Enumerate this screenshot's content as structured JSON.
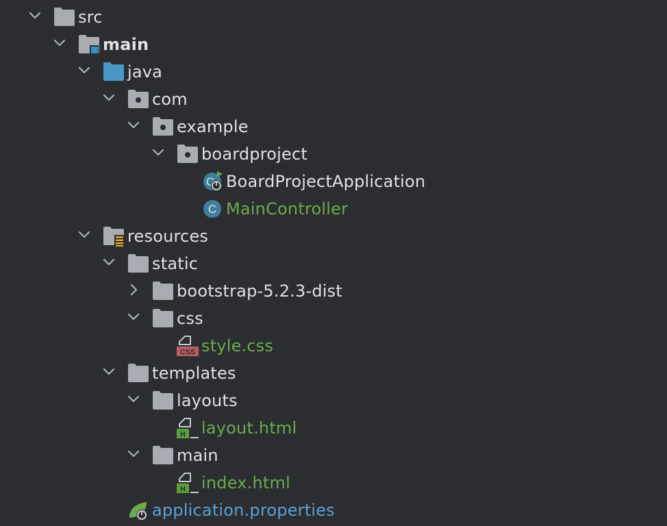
{
  "colors": {
    "text": "#dfe1e5",
    "green": "#6aab4e",
    "blue": "#5aa0d8",
    "folder_gray": "#a8adb4",
    "source_blue": "#4a96c5",
    "class_teal": "#3f7f9e",
    "css_red": "#c05c66",
    "html_green": "#5d9e3a",
    "spring_green": "#6aab4e",
    "resources_orange": "#f2a530"
  },
  "tree": [
    {
      "label": "src",
      "depth": 0,
      "expanded": true,
      "icon": "folder",
      "color": "text",
      "name": "src"
    },
    {
      "label": "main",
      "depth": 1,
      "expanded": true,
      "icon": "module-folder",
      "color": "text",
      "bold": true,
      "name": "main"
    },
    {
      "label": "java",
      "depth": 2,
      "expanded": true,
      "icon": "source-folder",
      "color": "text",
      "name": "java"
    },
    {
      "label": "com",
      "depth": 3,
      "expanded": true,
      "icon": "package",
      "color": "text",
      "name": "com"
    },
    {
      "label": "example",
      "depth": 4,
      "expanded": true,
      "icon": "package",
      "color": "text",
      "name": "example"
    },
    {
      "label": "boardproject",
      "depth": 5,
      "expanded": true,
      "icon": "package",
      "color": "text",
      "name": "boardproject"
    },
    {
      "label": "BoardProjectApplication",
      "depth": 6,
      "icon": "spring-boot-class",
      "color": "text",
      "name": "board-project-application"
    },
    {
      "label": "MainController",
      "depth": 6,
      "icon": "class",
      "color": "green",
      "name": "main-controller"
    },
    {
      "label": "resources",
      "depth": 2,
      "expanded": true,
      "icon": "resources-folder",
      "color": "text",
      "name": "resources"
    },
    {
      "label": "static",
      "depth": 3,
      "expanded": true,
      "icon": "folder",
      "color": "text",
      "name": "static"
    },
    {
      "label": "bootstrap-5.2.3-dist",
      "depth": 4,
      "expanded": false,
      "icon": "folder",
      "color": "text",
      "name": "bootstrap-dist"
    },
    {
      "label": "css",
      "depth": 4,
      "expanded": true,
      "icon": "folder",
      "color": "text",
      "name": "css"
    },
    {
      "label": "style.css",
      "depth": 5,
      "icon": "css-file",
      "color": "green",
      "name": "style-css"
    },
    {
      "label": "templates",
      "depth": 3,
      "expanded": true,
      "icon": "folder",
      "color": "text",
      "name": "templates"
    },
    {
      "label": "layouts",
      "depth": 4,
      "expanded": true,
      "icon": "folder",
      "color": "text",
      "name": "layouts"
    },
    {
      "label": "layout.html",
      "depth": 5,
      "icon": "html-file",
      "color": "green",
      "name": "layout-html"
    },
    {
      "label": "main",
      "depth": 4,
      "expanded": true,
      "icon": "folder",
      "color": "text",
      "name": "main-templates"
    },
    {
      "label": "index.html",
      "depth": 5,
      "icon": "html-file",
      "color": "green",
      "name": "index-html"
    },
    {
      "label": "application.properties",
      "depth": 3,
      "icon": "spring-properties",
      "color": "blue",
      "name": "application-properties"
    }
  ]
}
